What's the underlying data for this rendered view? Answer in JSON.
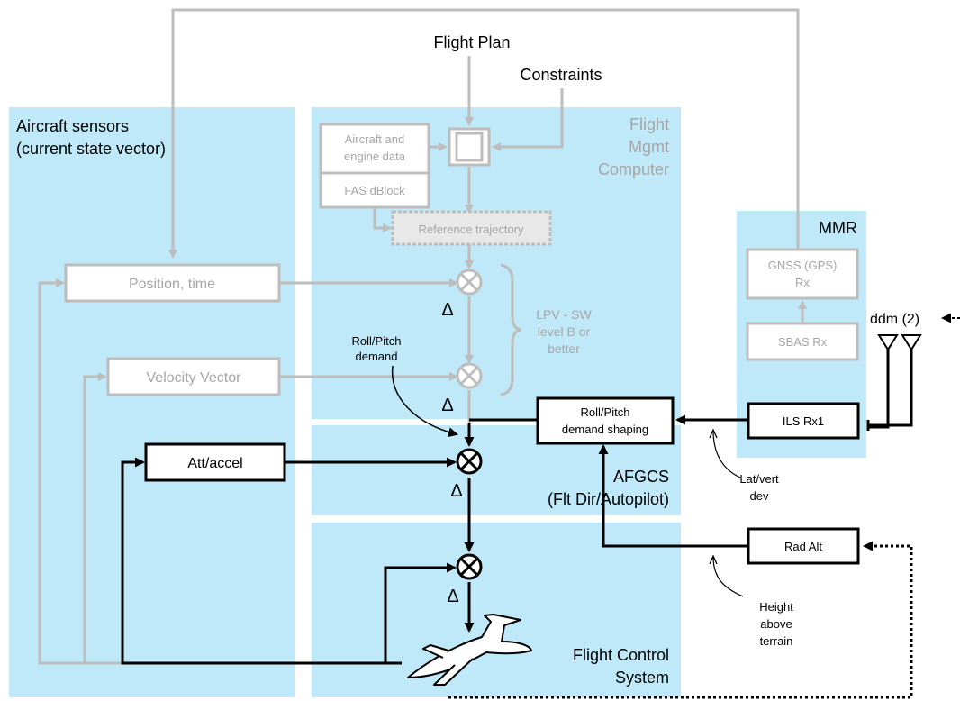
{
  "colors": {
    "panel": "#bfe8f8",
    "grey": "#bdbdbd",
    "grey_text": "#a6a6a6",
    "black": "#000000",
    "white": "#ffffff"
  },
  "inputs": {
    "flight_plan": "Flight Plan",
    "constraints": "Constraints",
    "ddm": "ddm (2)"
  },
  "panels": {
    "sensors": {
      "line1": "Aircraft sensors",
      "line2": "(current state vector)"
    },
    "fmc": {
      "line1": "Flight",
      "line2": "Mgmt",
      "line3": "Computer"
    },
    "afgcs": {
      "line1": "AFGCS",
      "line2": "(Flt Dir/Autopilot)"
    },
    "fcs": {
      "line1": "Flight Control",
      "line2": "System"
    },
    "mmr": {
      "title": "MMR"
    }
  },
  "boxes": {
    "aircraft_engine": {
      "line1": "Aircraft and",
      "line2": "engine data"
    },
    "fas_dblock": "FAS dBlock",
    "reference_trajectory": "Reference trajectory",
    "position_time": "Position, time",
    "velocity_vector": "Velocity Vector",
    "att_accel": "Att/accel",
    "roll_pitch_shaping": {
      "line1": "Roll/Pitch",
      "line2": "demand shaping"
    },
    "gnss": {
      "line1": "GNSS (GPS)",
      "line2": "Rx"
    },
    "sbas": "SBAS Rx",
    "ils": "ILS Rx1",
    "rad_alt": "Rad Alt"
  },
  "annotations": {
    "lpv": {
      "line1": "LPV - SW",
      "line2": "level B or",
      "line3": "better"
    },
    "roll_pitch_demand": {
      "line1": "Roll/Pitch",
      "line2": "demand"
    },
    "lat_vert": {
      "line1": "Lat/vert",
      "line2": "dev"
    },
    "height": {
      "line1": "Height",
      "line2": "above",
      "line3": "terrain"
    },
    "delta": "Δ"
  },
  "icons": [
    "summing-junction-icon",
    "antenna-icon",
    "aircraft-icon",
    "multiplexer-icon"
  ]
}
